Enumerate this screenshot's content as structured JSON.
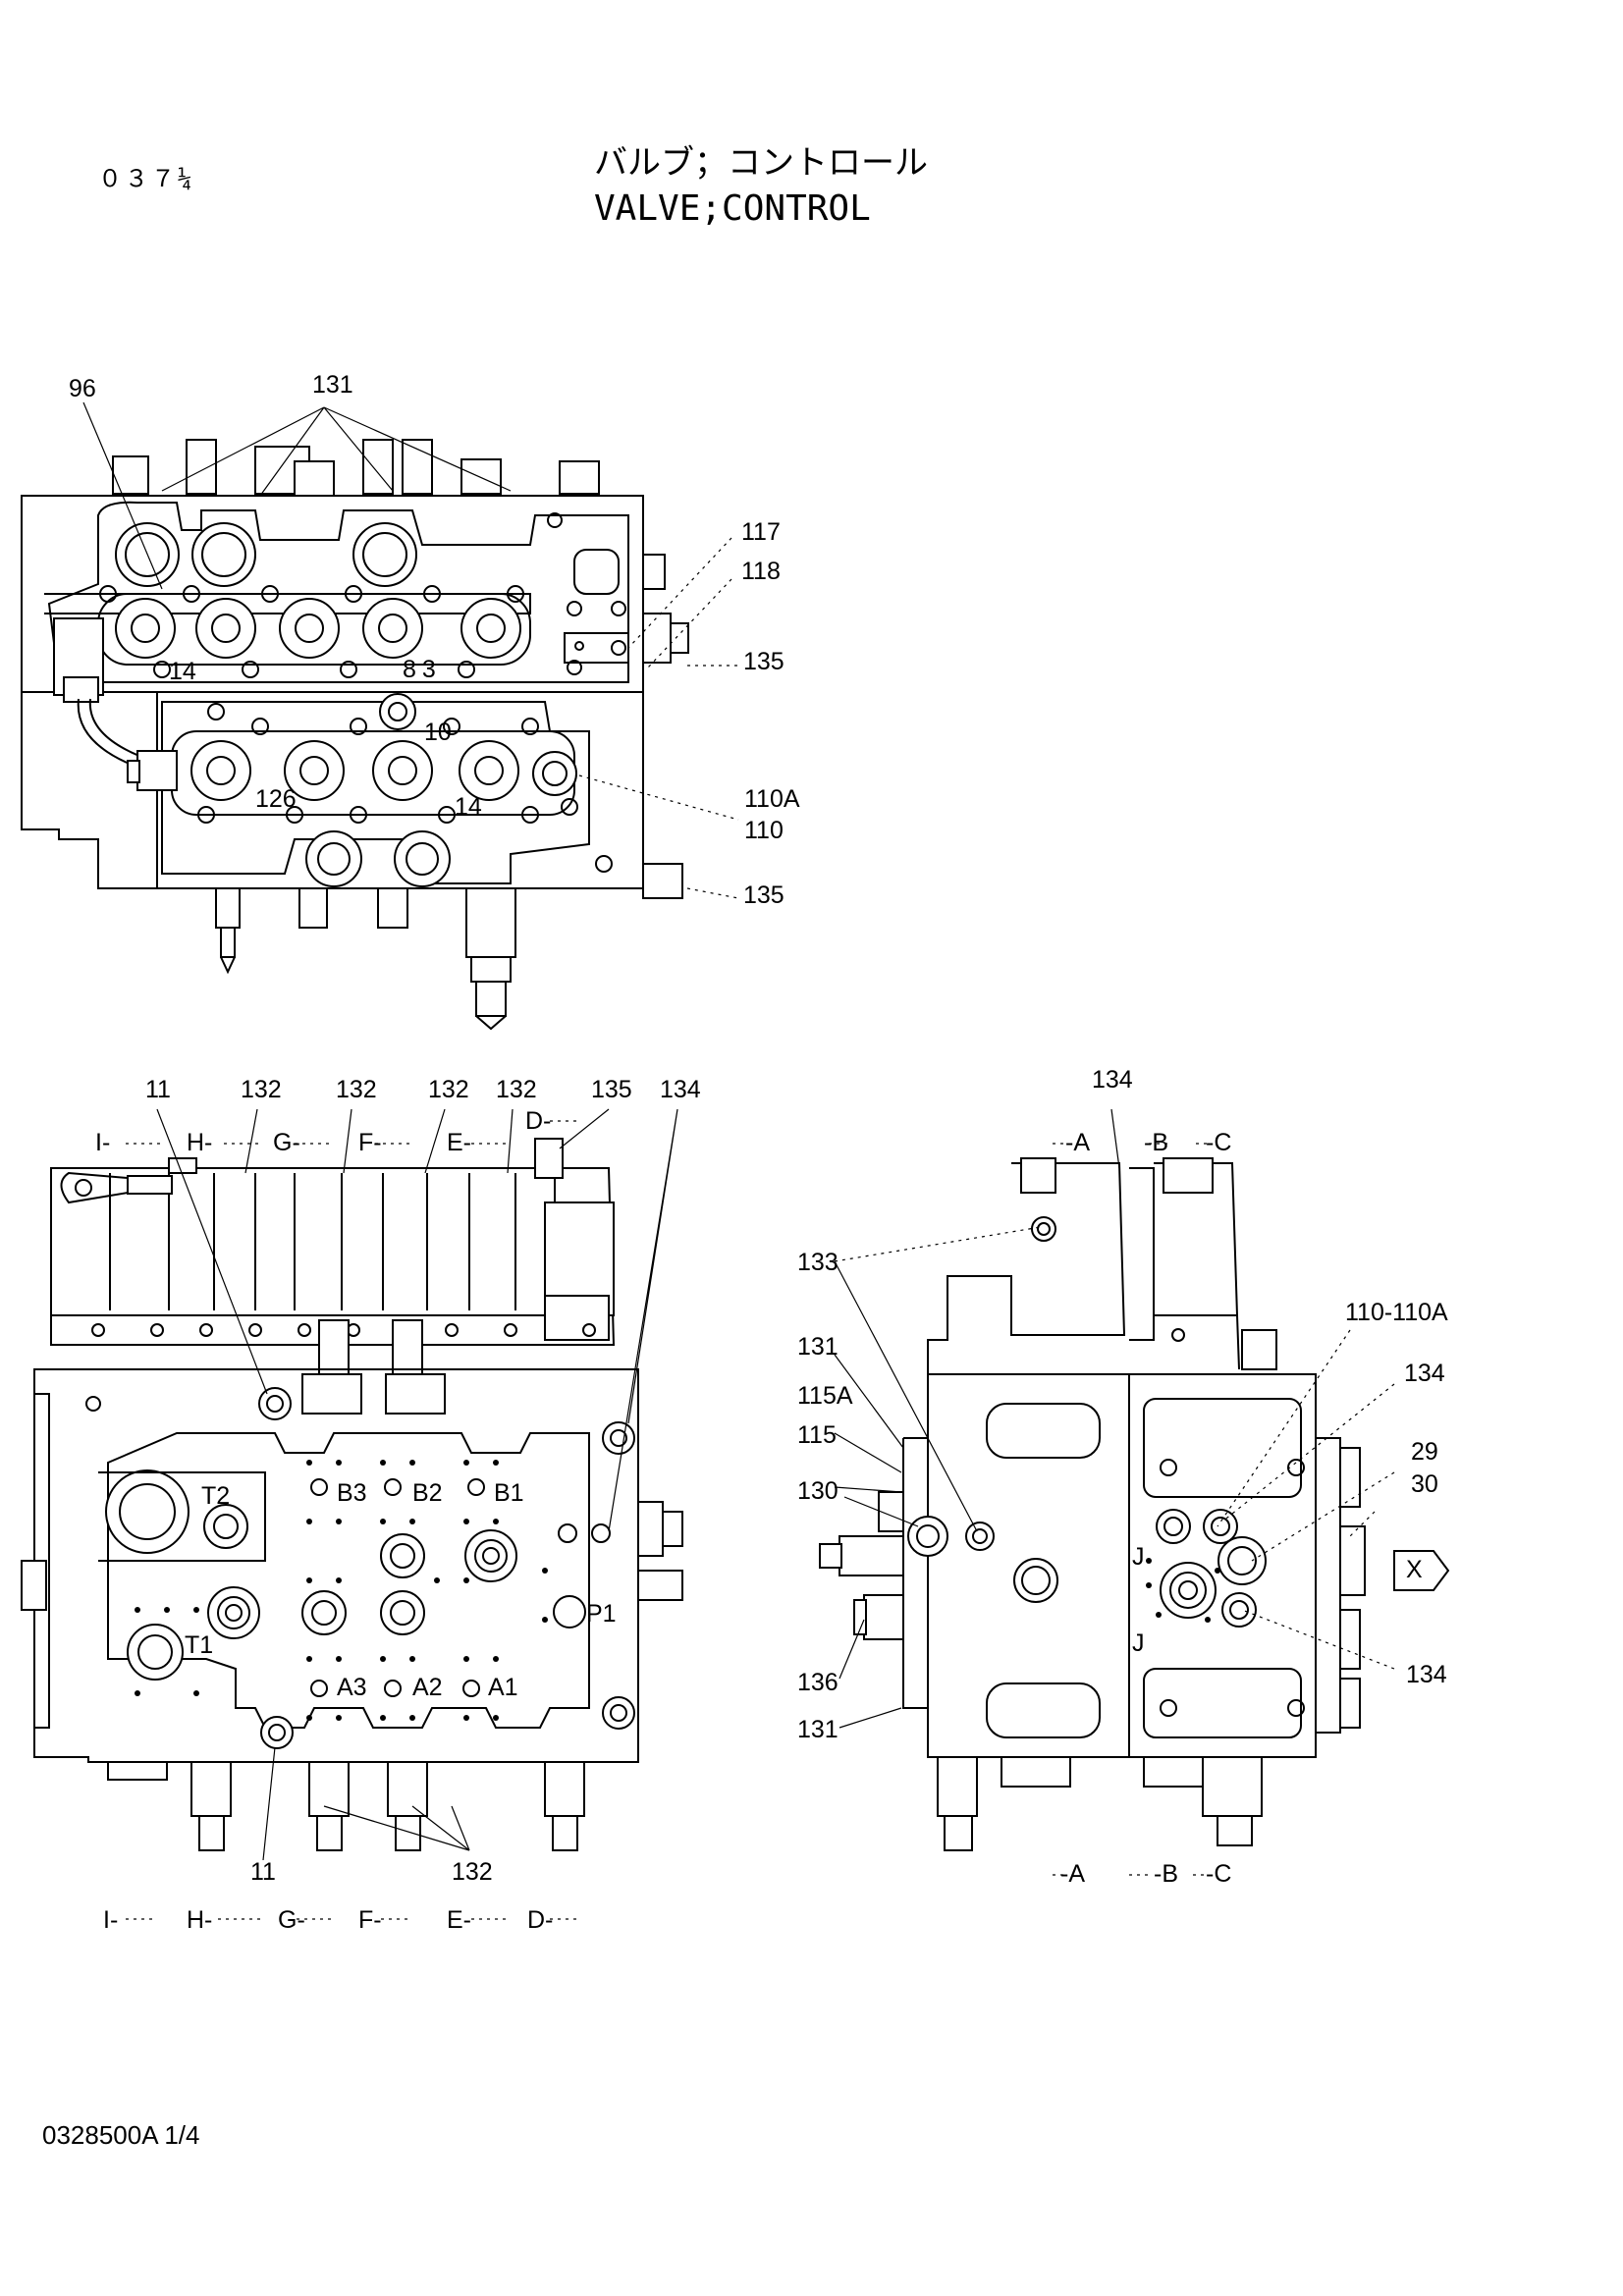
{
  "header": {
    "page_code": "０３７¼",
    "title_jp": "バルブ；コントロール",
    "title_en": "VALVE;CONTROL"
  },
  "footer": {
    "drawing_number": "0328500A 1/4"
  },
  "top_view": {
    "callouts": [
      "96",
      "131",
      "117",
      "118",
      "135",
      "14",
      "83",
      "10",
      "110A",
      "110",
      "126",
      "14",
      "135"
    ]
  },
  "front_view": {
    "callouts": [
      "11",
      "132",
      "132",
      "132",
      "132",
      "135",
      "134",
      "11",
      "132"
    ],
    "section_labels_top": [
      "I-",
      "H-",
      "G-",
      "F-",
      "E-",
      "D-"
    ],
    "section_labels_bottom": [
      "I-",
      "H-",
      "G-",
      "F-",
      "E-",
      "D-"
    ],
    "ports": [
      "T2",
      "B3",
      "B2",
      "B1",
      "T1",
      "P1",
      "A3",
      "A2",
      "A1"
    ]
  },
  "side_view": {
    "callouts": [
      "134",
      "133",
      "131",
      "115A",
      "115",
      "130",
      "136",
      "131",
      "110-110A",
      "134",
      "29",
      "30",
      "134"
    ],
    "section_labels_top": [
      "-A",
      "-B",
      "-C"
    ],
    "section_labels_bottom": [
      "-A",
      "-B",
      "-C"
    ],
    "ports": [
      "J",
      "J"
    ],
    "view_marker": "X"
  }
}
